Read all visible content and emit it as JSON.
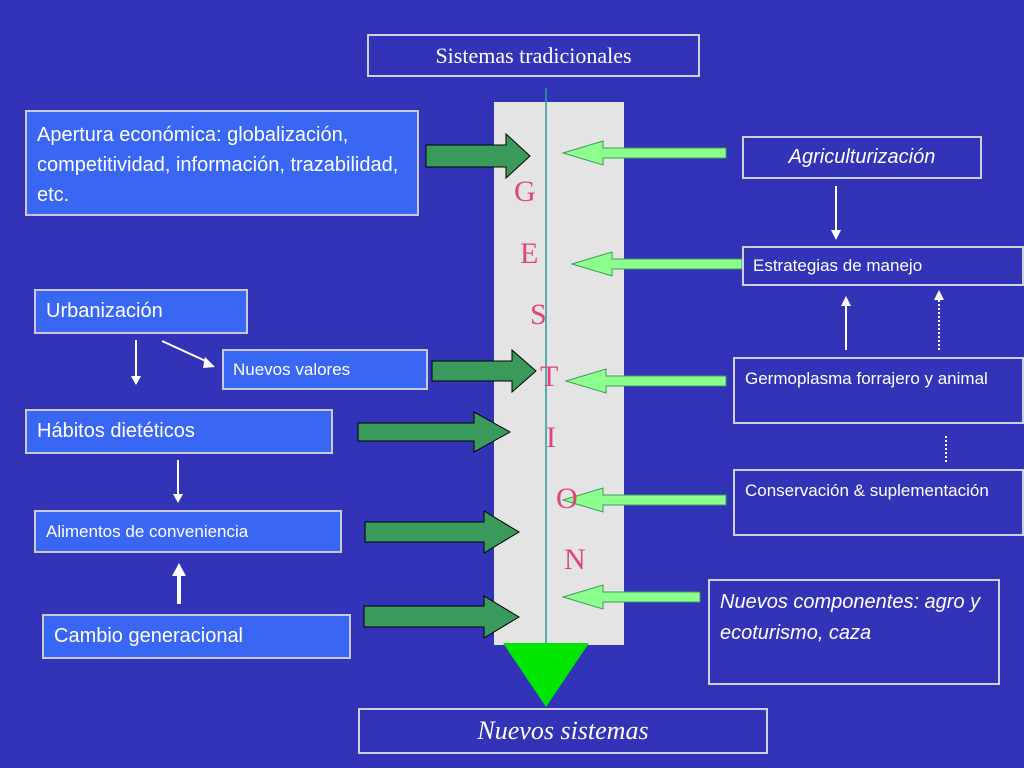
{
  "top_box": {
    "text": "Sistemas tradicionales"
  },
  "bottom_box": {
    "text": "Nuevos sistemas"
  },
  "gestion_letters": [
    "G",
    "E",
    "S",
    "T",
    "I",
    "O",
    "N"
  ],
  "left_boxes": {
    "apertura": "Apertura económica: globalización, competitividad, información, trazabilidad, etc.",
    "urbanizacion": "Urbanización",
    "nuevos_valores": "Nuevos valores",
    "habitos": "Hábitos dietéticos",
    "alimentos": "Alimentos de conveniencia",
    "cambio": "Cambio generacional"
  },
  "right_boxes": {
    "agriculturizacion": "Agriculturización",
    "estrategias": "Estrategias de manejo",
    "germoplasma": "Germoplasma forrajero y animal",
    "conservacion": "Conservación & suplementación",
    "nuevos_componentes": "Nuevos componentes: agro y ecoturismo, caza"
  },
  "colors": {
    "background": "#3333b8",
    "filled_box": "#3a66f4",
    "column": "#e4e4e4",
    "dark_arrow": "#3a9a5c",
    "light_arrow": "#8cff8c",
    "funnel": "#00e600",
    "letters": "#e0457a"
  }
}
